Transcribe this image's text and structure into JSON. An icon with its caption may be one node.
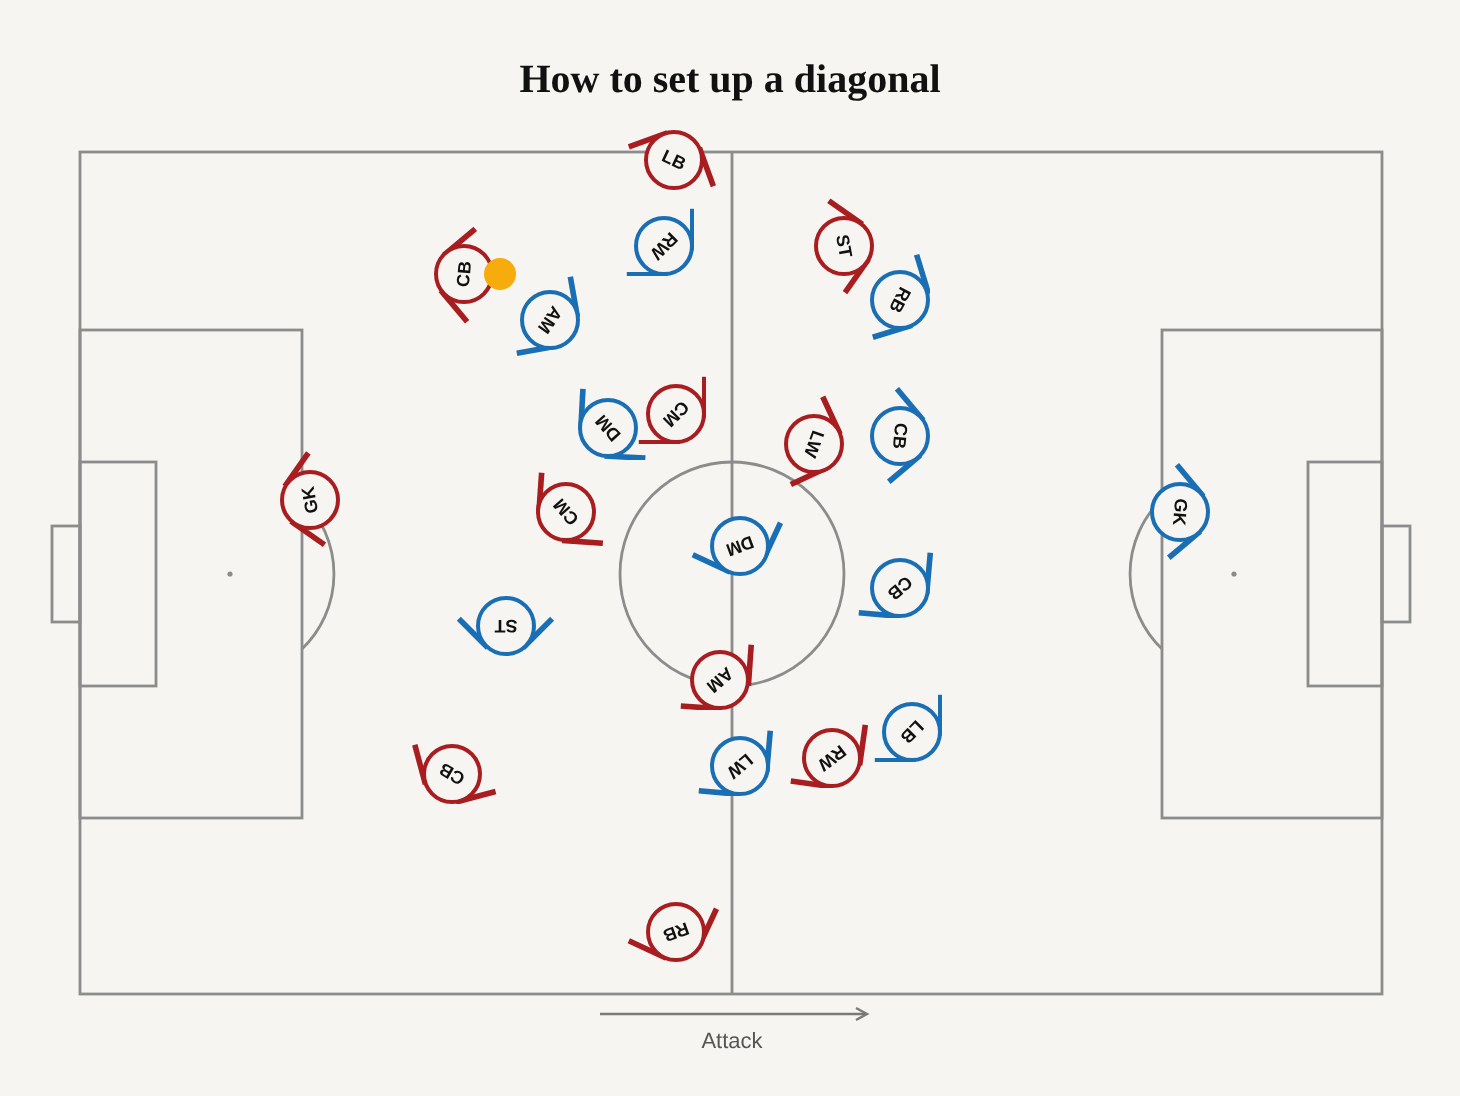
{
  "diagram": {
    "title": "How to set up a diagonal",
    "nodes": [
      {
        "text": [
          "LB"
        ]
      },
      {
        "text": [
          "RW"
        ]
      },
      {
        "text": [
          "ST"
        ]
      },
      {
        "text": [
          "CB"
        ]
      },
      {
        "text": [
          "RB"
        ]
      },
      {
        "text": [
          "AM"
        ]
      },
      {
        "text": [
          "CM"
        ]
      },
      {
        "text": [
          "DM"
        ]
      },
      {
        "text": [
          "CB"
        ]
      },
      {
        "text": [
          "LW"
        ]
      },
      {
        "text": [
          "GK"
        ]
      },
      {
        "text": [
          "GK"
        ]
      },
      {
        "text": [
          "CM"
        ]
      },
      {
        "text": [
          "DM"
        ]
      },
      {
        "text": [
          "CB"
        ]
      },
      {
        "text": [
          "ST"
        ]
      },
      {
        "text": [
          "AM"
        ]
      },
      {
        "text": [
          "LB"
        ]
      },
      {
        "text": [
          "RW"
        ]
      },
      {
        "text": [
          "LW"
        ]
      },
      {
        "text": [
          "CB"
        ]
      },
      {
        "text": [
          "RB"
        ]
      }
    ],
    "labels": [
      "Attack"
    ]
  }
}
